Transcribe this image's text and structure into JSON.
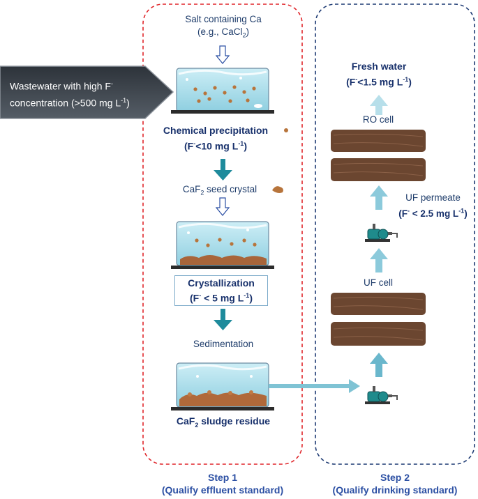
{
  "step1": {
    "salt_line1": "Salt containing Ca",
    "salt_line2_pre": "(e.g., CaCl",
    "salt_line2_sub": "2",
    "salt_line2_post": ")",
    "chem_precip": "Chemical precipitation",
    "chem_limit_pre": "(F",
    "chem_limit_sup": "-",
    "chem_limit_post": "<10 mg L",
    "chem_limit_sup2": "-1",
    "chem_limit_end": ")",
    "seed_pre": "CaF",
    "seed_sub": "2",
    "seed_post": " seed crystal",
    "crystallization": "Crystallization",
    "cryst_limit_pre": "(F",
    "cryst_limit_sup": "-",
    "cryst_limit_post": " < 5 mg L",
    "cryst_limit_sup2": "-1",
    "cryst_limit_end": ")",
    "sedimentation": "Sedimentation",
    "sludge_pre": "CaF",
    "sludge_sub": "2",
    "sludge_post": " sludge residue",
    "step_title": "Step 1",
    "step_subtitle": "(Qualify effluent standard)"
  },
  "wastewater": {
    "line1_pre": "Wastewater with high F",
    "line1_sup": "-",
    "line2_pre": "concentration (>500 mg L",
    "line2_sup": "-1",
    "line2_post": ")"
  },
  "step2": {
    "fresh_water": "Fresh water",
    "fresh_limit_pre": "(F",
    "fresh_limit_sup": "-",
    "fresh_limit_post": "<1.5 mg L",
    "fresh_limit_sup2": "-1",
    "fresh_limit_end": ")",
    "ro_cell": "RO cell",
    "uf_permeate": "UF permeate",
    "uf_limit_pre": "(F",
    "uf_limit_sup": "-",
    "uf_limit_post": " < 2.5 mg L",
    "uf_limit_sup2": "-1",
    "uf_limit_end": ")",
    "uf_cell": "UF cell",
    "step_title": "Step 2",
    "step_subtitle": "(Qualify drinking standard)"
  },
  "colors": {
    "step1_border": "#e0262b",
    "step2_border": "#1d3a73",
    "arrow_dark": "#1f8b9c",
    "arrow_light": "#a8d8e6",
    "membrane": "#6b4630",
    "water": "#a9dbe8",
    "particle": "#b7743b",
    "wastewater_arrow": "#3b4148"
  }
}
